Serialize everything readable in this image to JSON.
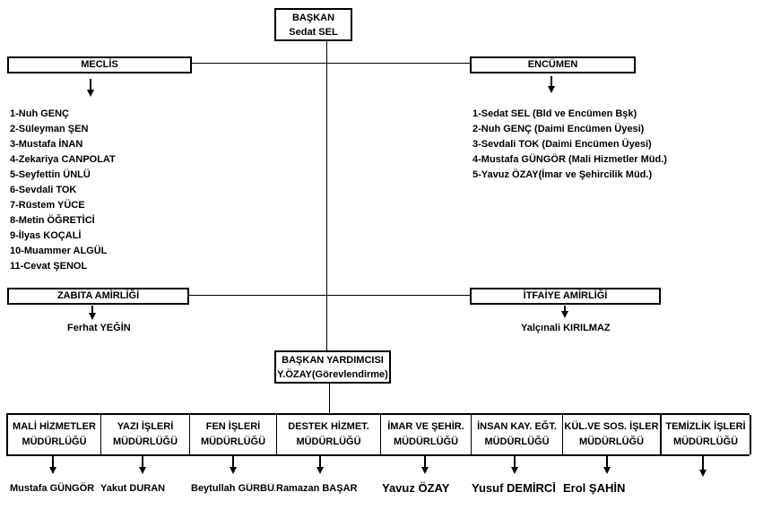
{
  "baskan": {
    "title": "BAŞKAN",
    "name": "Sedat SEL"
  },
  "meclis": {
    "title": "MECLİS",
    "members": [
      "1-Nuh GENÇ",
      "2-Süleyman ŞEN",
      "3-Mustafa İNAN",
      "4-Zekariya CANPOLAT",
      "5-Seyfettin ÜNLÜ",
      "6-Sevdali TOK",
      "7-Rüstem YÜCE",
      "8-Metin ÖĞRETİCİ",
      "9-İlyas KOÇALİ",
      "10-Muammer ALGÜL",
      "11-Cevat ŞENOL"
    ]
  },
  "encumen": {
    "title": "ENCÜMEN",
    "members": [
      "1-Sedat SEL (Bld ve Encümen Bşk)",
      "2-Nuh GENÇ (Daimi Encümen Üyesi)",
      "3-Sevdali TOK (Daimi Encümen Üyesi)",
      "4-Mustafa GÜNGÖR (Mali Hizmetler Müd.)",
      "5-Yavuz ÖZAY(İmar ve Şehircilik Müd.)"
    ]
  },
  "zabita": {
    "title": "ZABITA AMİRLİĞİ",
    "name": "Ferhat YEĞİN"
  },
  "itfaiye": {
    "title": "İTFAİYE AMİRLİĞİ",
    "name": "Yalçınali KIRILMAZ"
  },
  "yardimci": {
    "title": "BAŞKAN YARDIMCISI",
    "name": "Y.ÖZAY(Görevlendirme)"
  },
  "departments": [
    {
      "line1": "MALİ HİZMETLER",
      "line2": "MÜDÜRLÜĞÜ",
      "head": "Mustafa GÜNGÖR"
    },
    {
      "line1": "YAZI İŞLERİ",
      "line2": "MÜDÜRLÜĞÜ",
      "head": "Yakut DURAN"
    },
    {
      "line1": "FEN İŞLERİ",
      "line2": "MÜDÜRLÜĞÜ",
      "head": "Beytullah GÜRBÜZ"
    },
    {
      "line1": "DESTEK HİZMET.",
      "line2": "MÜDÜRLÜĞÜ",
      "head": "Ramazan BAŞAR"
    },
    {
      "line1": "İMAR VE ŞEHİR.",
      "line2": "MÜDÜRLÜĞÜ",
      "head": "Yavuz ÖZAY"
    },
    {
      "line1": "İNSAN KAY. EĞT.",
      "line2": "MÜDÜRLÜĞÜ",
      "head": "Yusuf DEMİRCİ"
    },
    {
      "line1": "KÜL.VE SOS. İŞLER",
      "line2": "MÜDÜRLÜĞÜ",
      "head": "Erol ŞAHİN"
    },
    {
      "line1": "TEMİZLİK İŞLERİ",
      "line2": "MÜDÜRLÜĞÜ",
      "head": ""
    }
  ]
}
